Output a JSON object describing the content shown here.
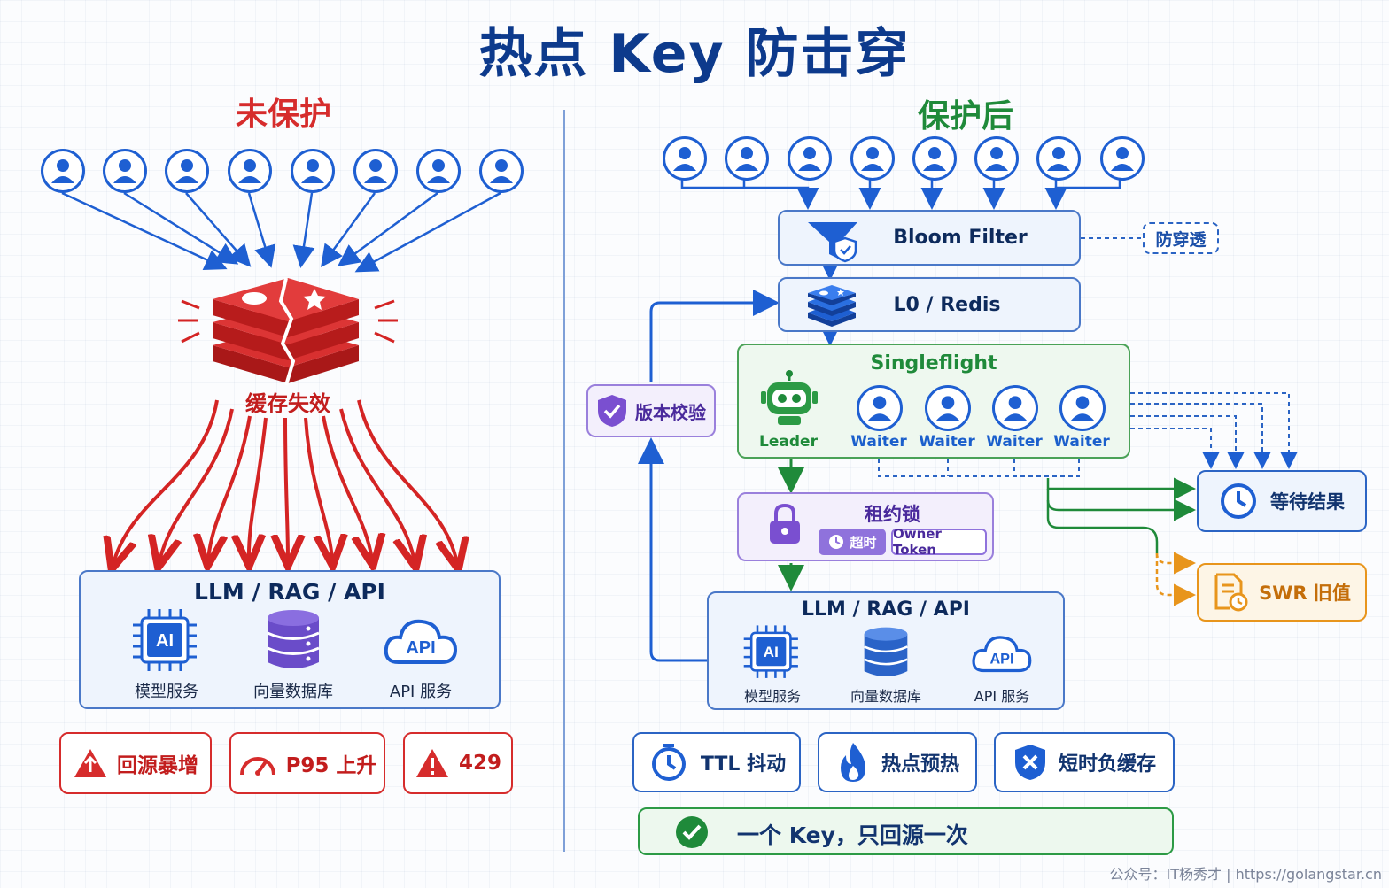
{
  "title": "热点 Key 防击穿",
  "left": {
    "heading": "未保护",
    "cache_failure": "缓存失效",
    "backend": {
      "title": "LLM / RAG / API",
      "services": [
        {
          "icon": "ai-chip-icon",
          "label": "模型服务"
        },
        {
          "icon": "database-icon",
          "label": "向量数据库"
        },
        {
          "icon": "api-cloud-icon",
          "label": "API 服务"
        }
      ]
    },
    "badges": [
      {
        "icon": "warning-up-icon",
        "label": "回源暴增"
      },
      {
        "icon": "gauge-icon",
        "label": "P95 上升"
      },
      {
        "icon": "warning-icon",
        "label": "429"
      }
    ]
  },
  "right": {
    "heading": "保护后",
    "bloom_filter": "Bloom Filter",
    "anti_penetration": "防穿透",
    "redis": "L0 / Redis",
    "singleflight": {
      "title": "Singleflight",
      "leader": "Leader",
      "waiters": [
        "Waiter",
        "Waiter",
        "Waiter",
        "Waiter"
      ]
    },
    "version_check": "版本校验",
    "lease_lock": {
      "title": "租约锁",
      "timeout": "超时",
      "owner_token": "Owner Token"
    },
    "wait_result": "等待结果",
    "swr": "SWR 旧值",
    "backend": {
      "title": "LLM / RAG / API",
      "services": [
        {
          "icon": "ai-chip-icon",
          "label": "模型服务"
        },
        {
          "icon": "database-icon",
          "label": "向量数据库"
        },
        {
          "icon": "api-cloud-icon",
          "label": "API 服务"
        }
      ]
    },
    "features": [
      {
        "icon": "clock-icon",
        "label": "TTL 抖动"
      },
      {
        "icon": "fire-icon",
        "label": "热点预热"
      },
      {
        "icon": "shield-x-icon",
        "label": "短时负缓存"
      }
    ],
    "conclusion": "一个 Key，只回源一次"
  },
  "footer": "公众号：IT杨秀才  |  https://golangstar.cn",
  "colors": {
    "title": "#0d3a8c",
    "danger": "#d62c2c",
    "success": "#1f8a3a",
    "primary": "#1e5fd2",
    "purple": "#7a4fd0",
    "orange": "#e8951c"
  }
}
